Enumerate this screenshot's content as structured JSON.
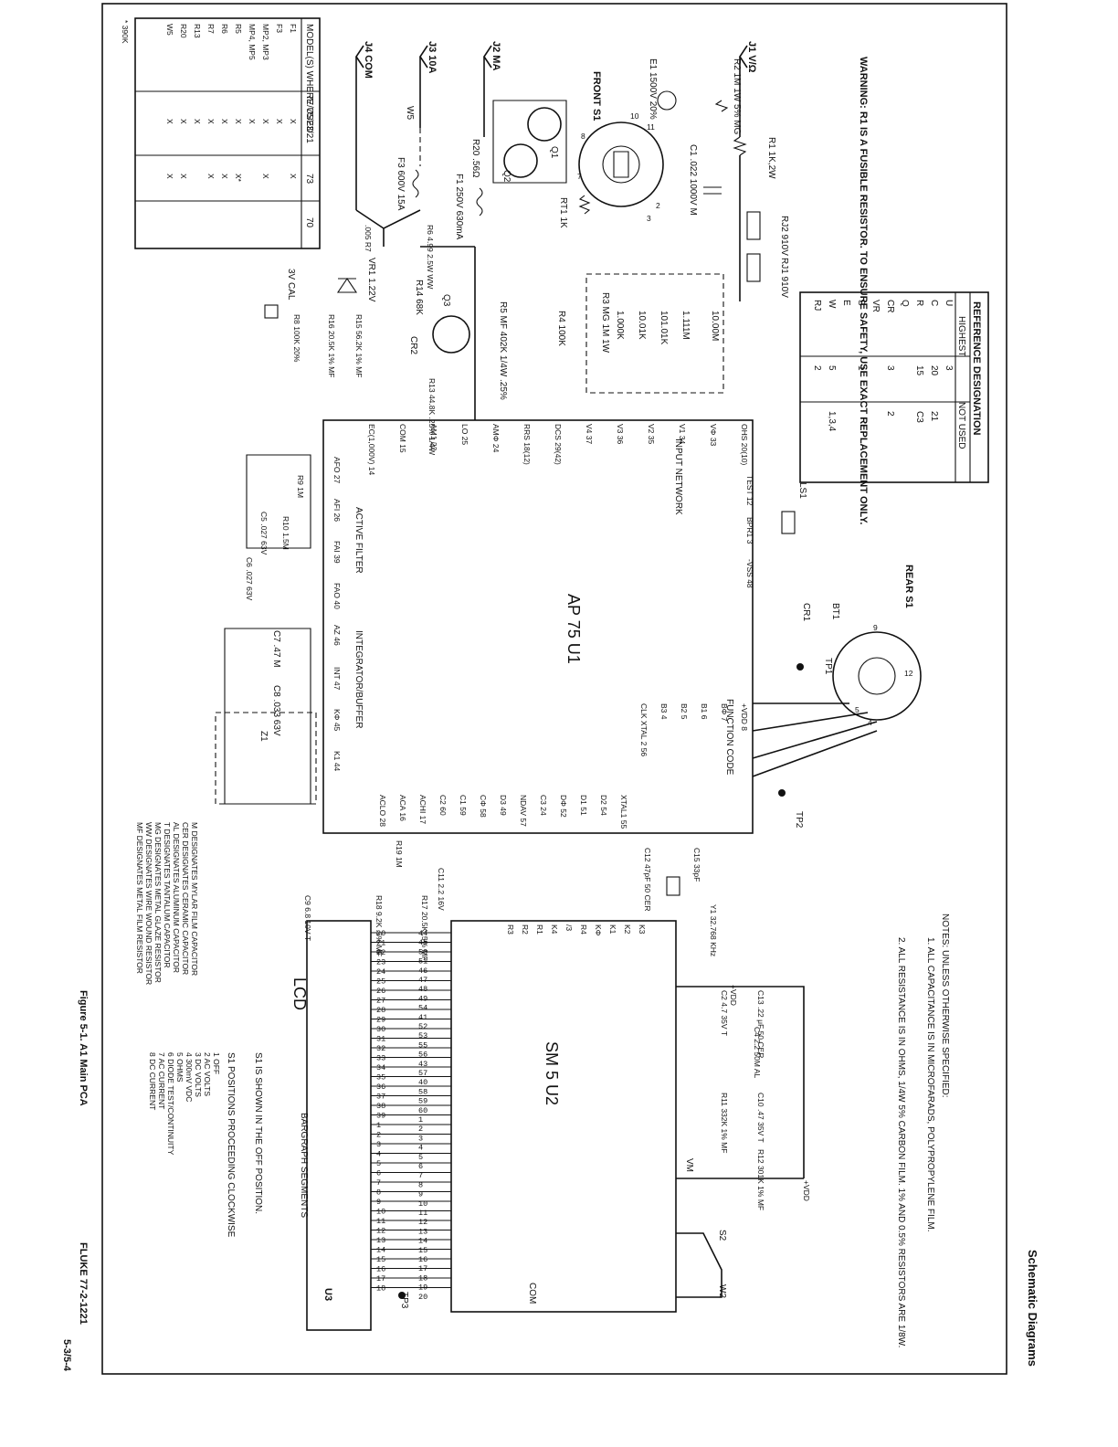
{
  "header": {
    "section": "Schematic Diagrams",
    "page": "5-3/5-4"
  },
  "figure": {
    "caption": "Figure 5-1. A1 Main PCA",
    "drawing_no": "FLUKE 77-2-1221"
  },
  "warning": "WARNING: R1 IS A FUSIBLE RESISTOR. TO ENSURE SAFETY, USE EXACT REPLACEMENT ONLY.",
  "notes": {
    "title": "NOTES: UNLESS OTHERWISE SPECIFIED:",
    "items": [
      "1. ALL CAPACITANCE IS IN MICROFARADS, POLYPROPYLENE FILM.",
      "2. ALL RESISTANCE IS IN OHMS, 1/4W 5% CARBON FILM. 1% AND 0.5% RESISTORS ARE 1/8W."
    ]
  },
  "legend": [
    "M  DESIGNATES MYLAR FILM CAPACITOR",
    "CER DESIGNATES CERAMIC CAPACITOR",
    "AL DESIGNATES ALUMINUM CAPACITOR",
    "T  DESIGNATES TANTALUM CAPACITOR",
    "MG DESIGNATES METAL GLAZE RESISTOR",
    "WW DESIGNATES WIRE WOUND RESISTOR",
    "MF DESIGNATES METAL FILM RESISTOR"
  ],
  "s1_positions": {
    "title": "S1 POSITIONS PROCEEDING CLOCKWISE",
    "items": [
      "1 OFF",
      "2 AC VOLTS",
      "3 DC VOLTS",
      "4 300mV VDC",
      "5 OHMS",
      "6 DIODE TEST/CONTINUITY",
      "7 AC CURRENT",
      "8 DC CURRENT"
    ]
  },
  "s1_note": "S1 IS SHOWN IN THE OFF POSITION.",
  "bargraph_note": "BARGRAPH SEGMENTS",
  "model_table": {
    "headers": [
      "MODEL(S) WHERE USED",
      "77/75/23/21",
      "73",
      "70"
    ],
    "rows": [
      {
        "part": "F1",
        "c1": "X",
        "c2": "X",
        "c3": ""
      },
      {
        "part": "F3",
        "c1": "X",
        "c2": "",
        "c3": ""
      },
      {
        "part": "MP2, MP3",
        "c1": "X",
        "c2": "X",
        "c3": ""
      },
      {
        "part": "MP4, MP5",
        "c1": "X",
        "c2": "",
        "c3": ""
      },
      {
        "part": "R5",
        "c1": "X",
        "c2": "X*",
        "c3": ""
      },
      {
        "part": "R6",
        "c1": "X",
        "c2": "X",
        "c3": ""
      },
      {
        "part": "R7",
        "c1": "X",
        "c2": "X",
        "c3": ""
      },
      {
        "part": "R13",
        "c1": "X",
        "c2": "",
        "c3": ""
      },
      {
        "part": "R20",
        "c1": "X",
        "c2": "X",
        "c3": ""
      },
      {
        "part": "W5",
        "c1": "X",
        "c2": "X",
        "c3": ""
      }
    ],
    "footnote": "* 390K"
  },
  "ref_table": {
    "title": "REFERENCE DESIGNATION",
    "headers": [
      "HIGHEST",
      "NOT USED"
    ],
    "rows": [
      {
        "ref": "U",
        "high": "3",
        "nu": ""
      },
      {
        "ref": "C",
        "high": "20",
        "nu": "21"
      },
      {
        "ref": "R",
        "high": "15",
        "nu": "C3"
      },
      {
        "ref": "Q",
        "high": "",
        "nu": ""
      },
      {
        "ref": "CR",
        "high": "3",
        "nu": "2"
      },
      {
        "ref": "VR",
        "high": "",
        "nu": ""
      },
      {
        "ref": "S",
        "high": "1",
        "nu": ""
      },
      {
        "ref": "E",
        "high": "",
        "nu": ""
      },
      {
        "ref": "W",
        "high": "5",
        "nu": "1,3,4"
      },
      {
        "ref": "RJ",
        "high": "2",
        "nu": ""
      }
    ]
  },
  "jacks": {
    "j1": "J1 V/Ω",
    "j2": "J2 MA",
    "j3": "J3 10A",
    "j4": "J4 COM"
  },
  "labels": {
    "front_s1": "FRONT S1",
    "rear_s1": "REAR S1",
    "u1": "AP 75   U1",
    "u2": "SM 5   U2",
    "lcd": "LCD",
    "u3": "U3",
    "input_network": "INPUT NETWORK",
    "active_filter": "ACTIVE FILTER",
    "integrator": "INTEGRATOR/BUFFER",
    "function_code": "FUNCTION CODE",
    "r1": "R1 1K,2W",
    "r2": "R2 1M 1W 5% MG",
    "e1": "E1 1500V 20%",
    "c1": "C1 .022 1000V M",
    "rj2": "RJ2 910V",
    "rj1": "RJ1 910V",
    "rt1": "RT1 1K",
    "f1": "F1 250V 630mA",
    "f3": "F3 600V 15A",
    "r20": "R20 .56Ω",
    "r6": "R6 4.99 2.5W WW",
    "r7": ".005 R7",
    "w5": "W5",
    "vr1": "VR1 1.22V",
    "r14": "R14 68K",
    "r15": "R15 56.2K 1% MF",
    "r16": "R16 20.5K 1% MF",
    "r8": "R8 100K 20%",
    "cal": "3V CAL",
    "q1": "Q1",
    "q2": "Q2",
    "q3": "Q3",
    "cr2": "CR2",
    "r5": "R5 MF 402K 1/4W .25%",
    "r4": "R4 100K",
    "r3": "R3 MG 1M 1W",
    "r13": "R13 44.8K .25% 1/4W",
    "r9": "R9 1M",
    "r10": "R10 1.5M",
    "c5": "C5 .027 63V",
    "c6": "C6 .027 63V",
    "c7": "C7 .47 M",
    "c8": "C8 .033 63V",
    "z1": "Z1",
    "r19": "R19 1M",
    "c11": "C11 2.2 16V",
    "r17": "R17 20.5K .5% MF",
    "r18": "R18 9.2K .5% MF",
    "c9": "C9 6.8 10V T",
    "c12": "C12 47pF 50 CER",
    "c15": "C15 33pF",
    "y1": "Y1 32.768 KHz",
    "c2": "C2 4.7 35V T",
    "c13": "C13 .22 μF 50 CER",
    "c4": "C4 2.2 50M AL",
    "c10": "C10 .47 35V T",
    "r11": "R11 332K 1% MF",
    "r12": "R12 301K 1% MF",
    "s2": "S2",
    "w2": "W2",
    "ls1": "LS1",
    "cr1": "CR1",
    "bt1": "BT1",
    "tp1": "TP1",
    "tp2": "TP2",
    "tp3": "TP3",
    "vdd": "+VDD",
    "com": "COM",
    "vm": "VM",
    "res_network": [
      "10.00M",
      "1.111M",
      "101.01K",
      "10.01K",
      "1.000K"
    ]
  },
  "u1_pins_left": [
    "OHS 20(10)",
    "VΦ 33",
    "V1 34",
    "V2 35",
    "V3 36",
    "V4 37",
    "DCS 29(42)",
    "RRS 18(12)",
    "AMΦ 24",
    "LO 25",
    "AM1 22",
    "COM 15",
    "EC(1,000V) 14"
  ],
  "u1_pins_top": [
    "TEST 12",
    "BPR1 3",
    "-VSS 48"
  ],
  "u1_pins_bottom": [
    "AFO 27",
    "AFI 26",
    "FAI 39",
    "FAO 40",
    "AZ 46",
    "INT 47",
    "KΦ 45",
    "K1 44"
  ],
  "u1_pins_right": [
    "+VDD 8",
    "BΦ 7",
    "B1 6",
    "B2 5",
    "B3 4",
    "CLK XTAL 2 56",
    "XTAL1 55",
    "D2 54",
    "D1 51",
    "DΦ 52",
    "C3 24",
    "NDAV 57",
    "D3 49",
    "CΦ 58",
    "C1 59",
    "C2 60",
    "ACHI 17",
    "ACA 16",
    "ACLO 28"
  ],
  "u2_left_pins": [
    "K3",
    "K2",
    "K1",
    "KΦ",
    "R4",
    "/3",
    "K4",
    "R1",
    "R2",
    "R3"
  ],
  "lcd_pins": [
    "20",
    "21",
    "22",
    "23",
    "24",
    "25",
    "26",
    "27",
    "28",
    "29",
    "30",
    "31",
    "32",
    "33",
    "34",
    "35",
    "36",
    "37",
    "38",
    "39",
    "1",
    "2",
    "3",
    "4",
    "5",
    "6",
    "7",
    "8",
    "9",
    "10",
    "11",
    "12",
    "13",
    "14",
    "15",
    "16",
    "17",
    "18"
  ],
  "u2_pins": [
    "44",
    "45",
    "50",
    "51",
    "46",
    "47",
    "48",
    "49",
    "54",
    "41",
    "52",
    "53",
    "55",
    "56",
    "43",
    "57",
    "40",
    "58",
    "59",
    "60",
    "1",
    "2",
    "3",
    "4",
    "5",
    "6",
    "7",
    "8",
    "9",
    "10",
    "11",
    "12",
    "13",
    "14",
    "15",
    "16",
    "17",
    "18",
    "19",
    "20"
  ]
}
